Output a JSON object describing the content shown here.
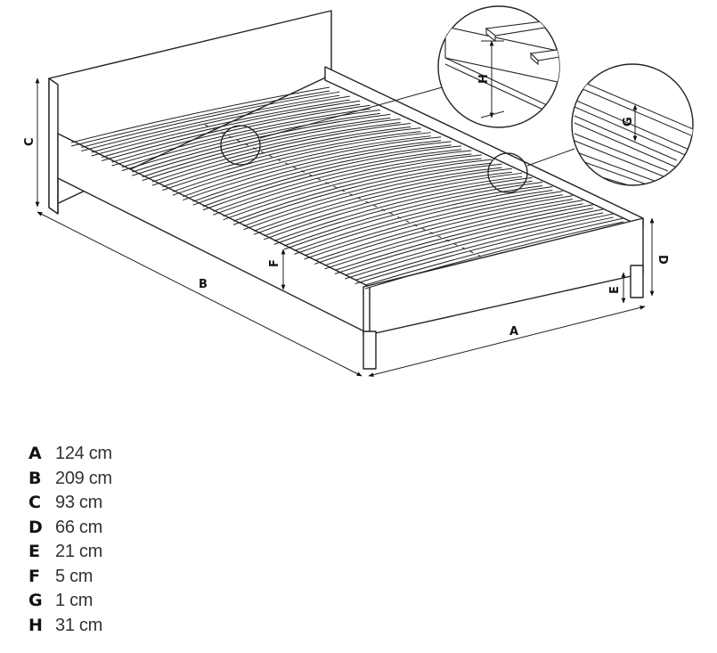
{
  "diagram": {
    "labels": {
      "A": "A",
      "B": "B",
      "C": "C",
      "D": "D",
      "E": "E",
      "F": "F",
      "G": "G",
      "H": "H"
    }
  },
  "legend": {
    "items": [
      {
        "key": "A",
        "value": "124 cm"
      },
      {
        "key": "B",
        "value": "209 cm"
      },
      {
        "key": "C",
        "value": "93 cm"
      },
      {
        "key": "D",
        "value": "66 cm"
      },
      {
        "key": "E",
        "value": "21 cm"
      },
      {
        "key": "F",
        "value": "5 cm"
      },
      {
        "key": "G",
        "value": "1 cm"
      },
      {
        "key": "H",
        "value": "31 cm"
      }
    ]
  }
}
